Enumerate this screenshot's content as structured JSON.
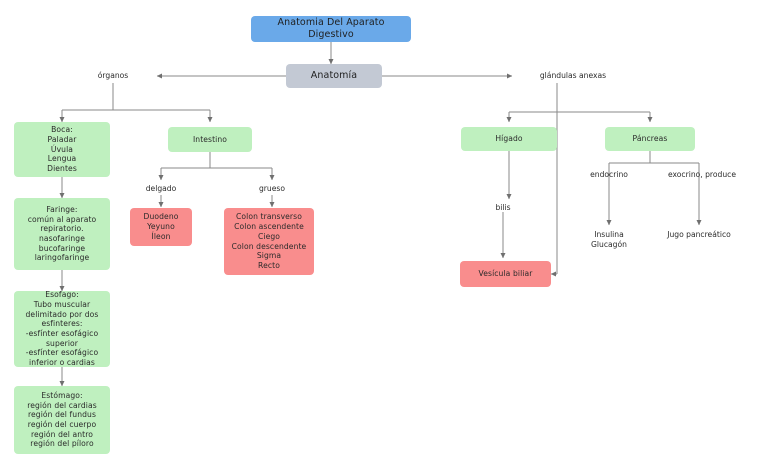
{
  "diagram": {
    "title": "Anatomia Del Aparato Digestivo",
    "root": "Anatomía",
    "colors": {
      "title_box": "#6aa9e9",
      "root_box": "#c3c9d4",
      "organ_box": "#bff0bf",
      "segment_box": "#f98d8d",
      "connector": "#7a7a7a",
      "background": "#ffffff"
    },
    "branches": {
      "left_label": "órganos",
      "right_label": "glándulas anexas"
    },
    "organs": [
      {
        "text": "Boca:\nPaladar\nÚvula\nLengua\nDientes"
      },
      {
        "text": "Faringe:\ncomún al aparato\nrepiratorio.\nnasofaringe\nbucofaringe\nlaringofaringe"
      },
      {
        "text": "Esofago:\nTubo muscular\ndelimitado por dos\nesfinteres:\n-esfínter esofágico\nsuperior\n-esfínter esofágico\ninferior o cardias"
      },
      {
        "text": "Estómago:\nregión del cardias\nregión del fundus\nregión del cuerpo\nregión del antro\nregión del píloro"
      }
    ],
    "intestine": {
      "label": "Intestino",
      "sublabel_left": "delgado",
      "sublabel_right": "grueso",
      "small_intestine": "Duodeno\nYeyuno\nÍleon",
      "large_intestine": "Colon transverso\nColon ascendente\nCiego\nColon descendente\nSigma\nRecto"
    },
    "glands": {
      "liver": "Hígado",
      "liver_product": "bilis",
      "gallbladder": "Vesícula biliar",
      "pancreas": "Páncreas",
      "endocrine_label": "endocrino",
      "endocrine_product": "Insulina\nGlucagón",
      "exocrine_label": "exocrino, produce",
      "exocrine_product": "Jugo pancreático"
    }
  }
}
